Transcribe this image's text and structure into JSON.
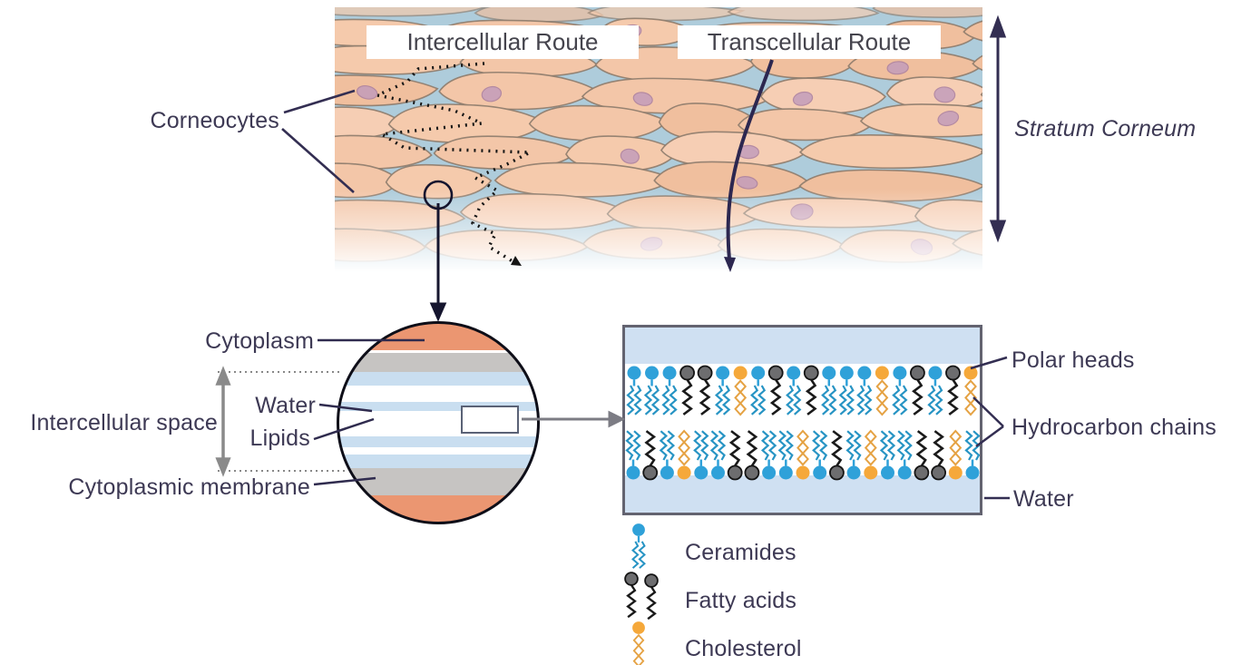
{
  "figure": {
    "routes": {
      "intercellular": "Intercellular Route",
      "transcellular": "Transcellular Route"
    },
    "tissue_labels": {
      "corneocytes": "Corneocytes",
      "stratum_corneum": "Stratum Corneum"
    },
    "cell_zoom_labels": {
      "cytoplasm": "Cytoplasm",
      "intercellular_space": "Intercellular space",
      "water": "Water",
      "lipids": "Lipids",
      "cytoplasmic_membrane": "Cytoplasmic membrane"
    },
    "bilayer_labels": {
      "polar_heads": "Polar heads",
      "hydrocarbon_chains": "Hydrocarbon chains",
      "water": "Water"
    },
    "legend": [
      {
        "id": "ceramides",
        "label": "Ceramides"
      },
      {
        "id": "fatty-acids",
        "label": "Fatty acids"
      },
      {
        "id": "cholesterol",
        "label": "Cholesterol"
      }
    ],
    "membrane": {
      "unit_types": {
        "c": "ceramide",
        "f": "fatty-acid",
        "ch": "cholesterol"
      },
      "top_row": [
        "c",
        "c",
        "c",
        "f",
        "f",
        "c",
        "ch",
        "c",
        "f",
        "c",
        "f",
        "c",
        "c",
        "c",
        "ch",
        "c",
        "f",
        "c",
        "f",
        "ch"
      ],
      "bottom_row": [
        "c",
        "f",
        "c",
        "ch",
        "c",
        "c",
        "f",
        "f",
        "c",
        "c",
        "ch",
        "c",
        "f",
        "c",
        "ch",
        "c",
        "c",
        "f",
        "f",
        "ch",
        "c"
      ]
    },
    "colors": {
      "head_blue": "#2fa1d9",
      "head_gray": "#6d6d6f",
      "head_orange": "#f5a83a",
      "tail_blue": "#2794c4",
      "tail_black": "#1a1a1a",
      "cholesterol_outline": "#e5a243",
      "box_bg": "#cfe0f2",
      "box_border": "#636370",
      "stripe_orange": "#eb9671",
      "stripe_gray": "#c6c4c2",
      "stripe_blue": "#c9def0",
      "tissue_cell": "#f3c6a8",
      "tissue_gap": "#aeccdb",
      "nucleus": "#c09abc",
      "text": "#3d3954",
      "arrow_dark": "#332e52",
      "arrow_gray": "#8a8a8a"
    }
  }
}
